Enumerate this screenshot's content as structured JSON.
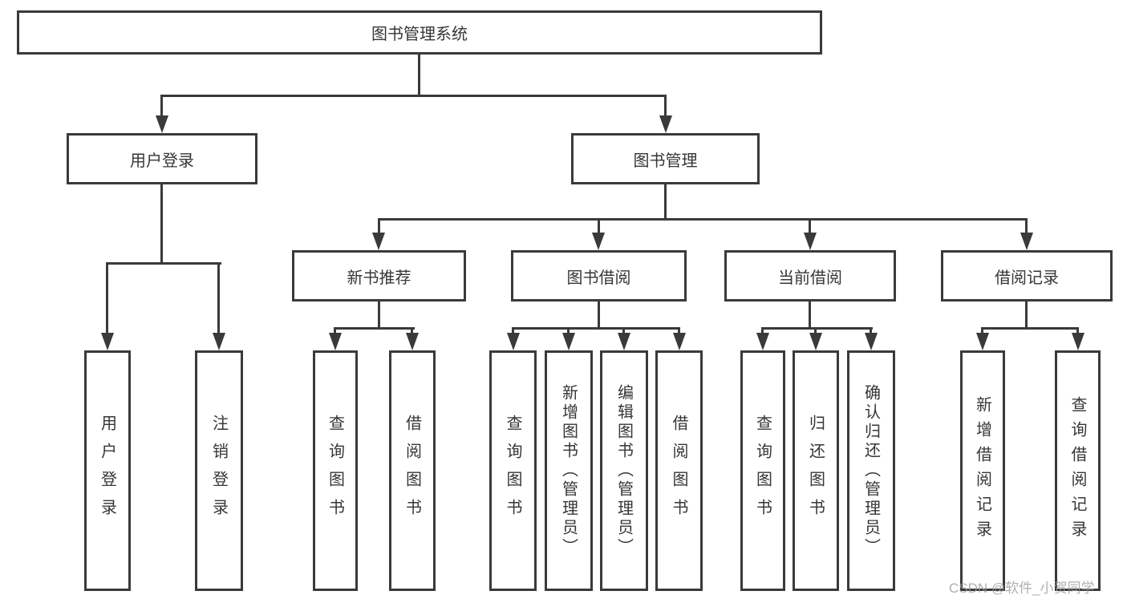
{
  "diagram": {
    "root": "图书管理系统",
    "level1": {
      "user_login": "用户登录",
      "book_management": "图书管理"
    },
    "level2": {
      "new_book_recommend": "新书推荐",
      "book_borrowing": "图书借阅",
      "current_borrowing": "当前借阅",
      "borrowing_records": "借阅记录"
    },
    "leaves": {
      "user_login": "用户登录",
      "logout_login": "注销登录",
      "rec_query_books": "查询图书",
      "rec_borrow_books": "借阅图书",
      "bor_query_books": "查询图书",
      "bor_add_books_admin": "新增图书（管理员）",
      "bor_edit_books_admin": "编辑图书（管理员）",
      "bor_borrow_books": "借阅图书",
      "cur_query_books": "查询图书",
      "cur_return_books": "归还图书",
      "cur_confirm_return_admin": "确认归还（管理员）",
      "log_add_borrow_record": "新增借阅记录",
      "log_query_borrow_record": "查询借阅记录"
    }
  },
  "watermark": "CSDN @软件_小贺同学",
  "colors": {
    "line": "#3a3a3a",
    "text": "#363636",
    "watermark_text": "#9b9b9b",
    "background": "#ffffff"
  }
}
